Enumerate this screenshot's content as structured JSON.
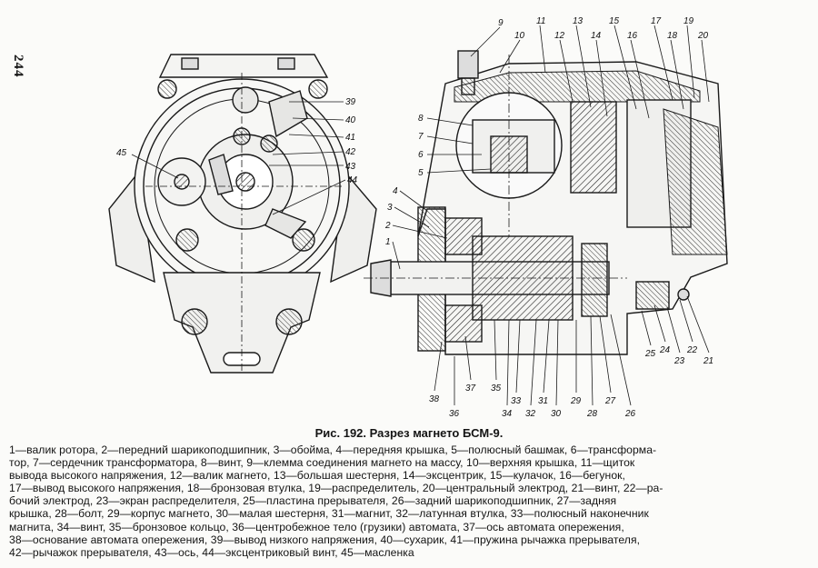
{
  "page_number": "244",
  "caption": "Рис. 192. Разрез магнето БСМ-9.",
  "legend_lines": [
    "1—валик ротора, 2—передний шарикоподшипник, 3—обойма, 4—передняя крышка, 5—полюсный башмак, 6—трансформа-",
    "тор, 7—сердечник трансформатора, 8—винт, 9—клемма соединения магнето на массу, 10—верхняя крышка, 11—щиток",
    "вывода высокого напряжения, 12—валик магнето, 13—большая шестерня, 14—эксцентрик, 15—кулачок, 16—бегунок,",
    "17—вывод высокого напряжения, 18—бронзовая втулка, 19—распределитель, 20—центральный электрод, 21—винт, 22—ра-",
    "бочий электрод, 23—экран распределителя, 25—пластина прерывателя, 26—задний шарикоподшипник, 27—задняя",
    "крышка, 28—болт, 29—корпус магнето, 30—малая шестерня, 31—магнит, 32—латунная втулка, 33—полюсный наконечник",
    "магнита, 34—винт, 35—бронзовое кольцо, 36—центробежное тело (грузики) автомата, 37—ось автомата опережения,",
    "38—основание автомата опережения, 39—вывод низкого напряжения, 40—сухарик, 41—пружина рычажка прерывателя,",
    "42—рычажок прерывателя, 43—ось, 44—эксцентриковый винт, 45—масленка"
  ],
  "callouts": {
    "left_view": [
      "39",
      "40",
      "41",
      "42",
      "43",
      "44",
      "45"
    ],
    "right_left_side": [
      "8",
      "7",
      "6",
      "5",
      "4",
      "3",
      "2",
      "1"
    ],
    "right_top": [
      "9",
      "10",
      "11",
      "12",
      "13",
      "14",
      "15",
      "16",
      "17",
      "18",
      "19",
      "20"
    ],
    "right_bottom": [
      "38",
      "37",
      "36",
      "35",
      "34",
      "33",
      "32",
      "31",
      "30",
      "29",
      "28",
      "27",
      "26"
    ],
    "right_lower_right": [
      "25",
      "24",
      "23",
      "22",
      "21"
    ]
  }
}
